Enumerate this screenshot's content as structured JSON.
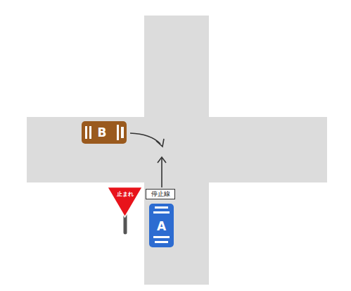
{
  "diagram": {
    "nodes": [
      {
        "text": [
          "B"
        ]
      },
      {
        "text": [
          "止まれ"
        ]
      },
      {
        "text": [
          "停止線"
        ]
      },
      {
        "text": [
          "A"
        ]
      }
    ]
  }
}
